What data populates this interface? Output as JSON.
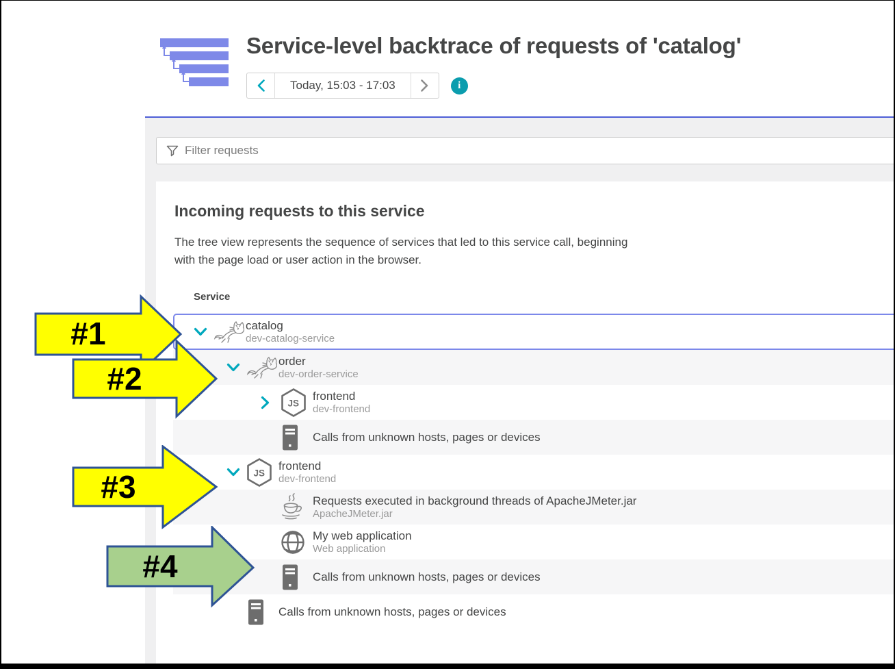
{
  "page_title": "Service-level backtrace of requests of 'catalog'",
  "timeframe": {
    "label": "Today, 15:03 - 17:03"
  },
  "filter": {
    "placeholder": "Filter requests"
  },
  "section": {
    "heading": "Incoming requests to this service",
    "description_line1": "The tree view represents the sequence of services that led to this service call, beginning",
    "description_line2": "with the page load or user action in the browser.",
    "column_header": "Service"
  },
  "tree": {
    "rows": [
      {
        "title": "catalog",
        "subtitle": "dev-catalog-service",
        "icon": "tomcat-icon",
        "state": "expanded",
        "selected": true
      },
      {
        "title": "order",
        "subtitle": "dev-order-service",
        "icon": "tomcat-icon",
        "state": "expanded"
      },
      {
        "title": "frontend",
        "subtitle": "dev-frontend",
        "icon": "nodejs-icon",
        "state": "collapsed"
      },
      {
        "title": "Calls from unknown hosts, pages or devices",
        "icon": "server-icon",
        "state": "leaf"
      },
      {
        "title": "frontend",
        "subtitle": "dev-frontend",
        "icon": "nodejs-icon",
        "state": "expanded"
      },
      {
        "title": "Requests executed in background threads of ApacheJMeter.jar",
        "subtitle": "ApacheJMeter.jar",
        "icon": "java-icon",
        "state": "leaf"
      },
      {
        "title": "My web application",
        "subtitle": "Web application",
        "icon": "web-application-icon",
        "state": "leaf"
      },
      {
        "title": "Calls from unknown hosts, pages or devices",
        "icon": "server-icon",
        "state": "leaf"
      },
      {
        "title": "Calls from unknown hosts, pages or devices",
        "icon": "server-icon",
        "state": "leaf"
      }
    ]
  },
  "annotations": {
    "a1": "#1",
    "a2": "#2",
    "a3": "#3",
    "a4": "#4"
  },
  "colors": {
    "accent_periwinkle": "#7c88ea",
    "divider_blue": "#4d5ed6",
    "teal": "#00a8bd",
    "arrow_yellow": "#ffff00",
    "arrow_green": "#a8d08d",
    "arrow_border": "#2e5395",
    "icon_gray": "#6d6d6d",
    "text_dark": "#454646",
    "text_sub": "#9a9a9a"
  }
}
